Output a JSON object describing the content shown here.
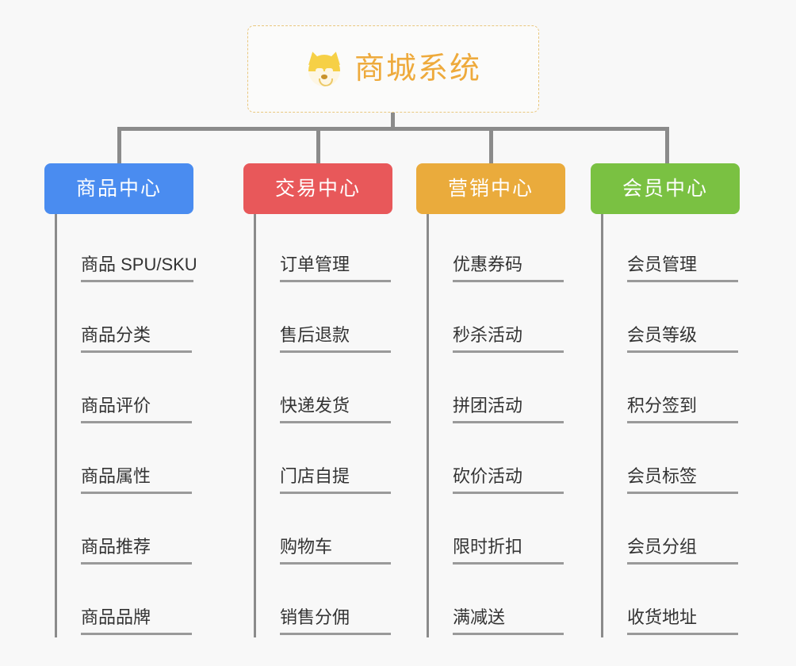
{
  "background_color": "#f8f8f8",
  "root": {
    "icon": "dog-face-emoji",
    "title": "商城系统",
    "title_color": "#eeaa3c",
    "border_color": "#e9c77e"
  },
  "connector_color": "#8b8b8b",
  "branches": [
    {
      "label": "商品中心",
      "color": "#4a8cf0",
      "items": [
        "商品 SPU/SKU",
        "商品分类",
        "商品评价",
        "商品属性",
        "商品推荐",
        "商品品牌"
      ]
    },
    {
      "label": "交易中心",
      "color": "#e8585a",
      "items": [
        "订单管理",
        "售后退款",
        "快递发货",
        "门店自提",
        "购物车",
        "销售分佣"
      ]
    },
    {
      "label": "营销中心",
      "color": "#eaab3c",
      "items": [
        "优惠券码",
        "秒杀活动",
        "拼团活动",
        "砍价活动",
        "限时折扣",
        "满减送"
      ]
    },
    {
      "label": "会员中心",
      "color": "#7ac142",
      "items": [
        "会员管理",
        "会员等级",
        "积分签到",
        "会员标签",
        "会员分组",
        "收货地址"
      ]
    }
  ]
}
